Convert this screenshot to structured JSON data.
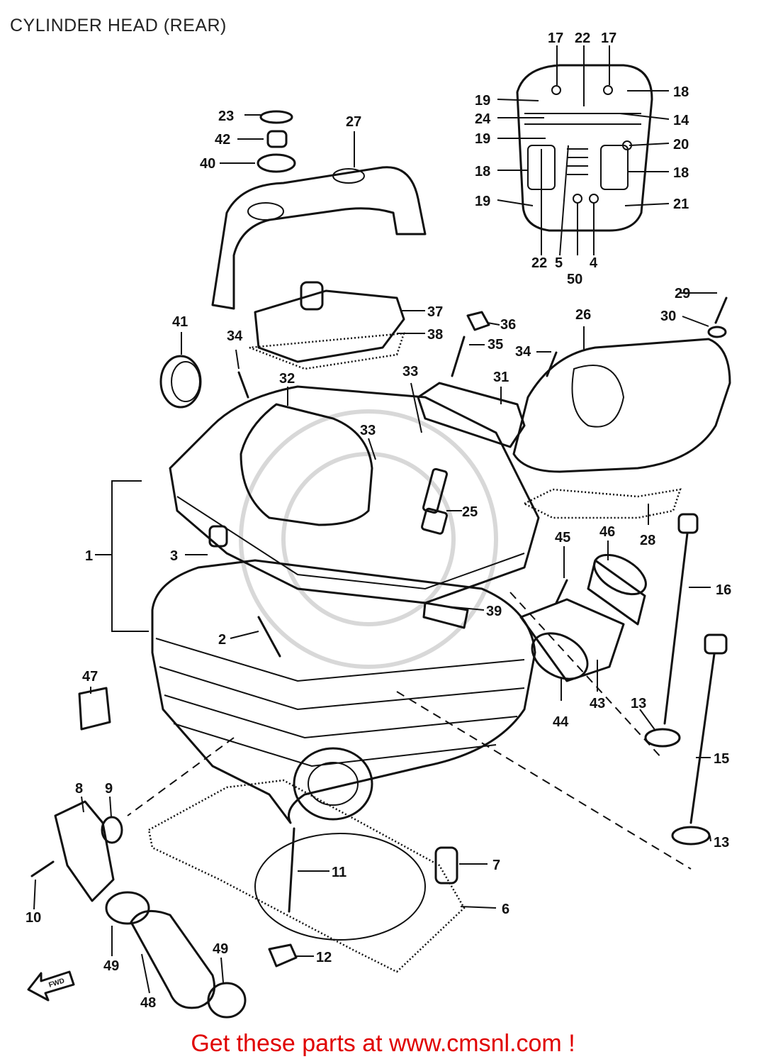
{
  "title": "CYLINDER HEAD (REAR)",
  "cta_text": "Get these parts at www.cmsnl.com !",
  "fwd_label": "FWD",
  "colors": {
    "cta": "#e00000",
    "line": "#111111",
    "watermark": "#d8d8d8"
  },
  "callouts": {
    "c1": "1",
    "c2": "2",
    "c3": "3",
    "c4": "4",
    "c5": "5",
    "c6": "6",
    "c7": "7",
    "c8": "8",
    "c9": "9",
    "c10": "10",
    "c11": "11",
    "c12": "12",
    "c13a": "13",
    "c13b": "13",
    "c14": "14",
    "c15": "15",
    "c16": "16",
    "c17a": "17",
    "c17b": "17",
    "c18a": "18",
    "c18b": "18",
    "c18c": "18",
    "c19a": "19",
    "c19b": "19",
    "c19c": "19",
    "c20": "20",
    "c21": "21",
    "c22a": "22",
    "c22b": "22",
    "c23": "23",
    "c24": "24",
    "c25": "25",
    "c26": "26",
    "c27": "27",
    "c28": "28",
    "c29": "29",
    "c30": "30",
    "c31": "31",
    "c32": "32",
    "c33a": "33",
    "c33b": "33",
    "c34a": "34",
    "c34b": "34",
    "c35": "35",
    "c36": "36",
    "c37": "37",
    "c38": "38",
    "c39": "39",
    "c40": "40",
    "c41": "41",
    "c42": "42",
    "c43": "43",
    "c44": "44",
    "c45": "45",
    "c46": "46",
    "c47": "47",
    "c48": "48",
    "c49a": "49",
    "c49b": "49",
    "c50": "50"
  }
}
